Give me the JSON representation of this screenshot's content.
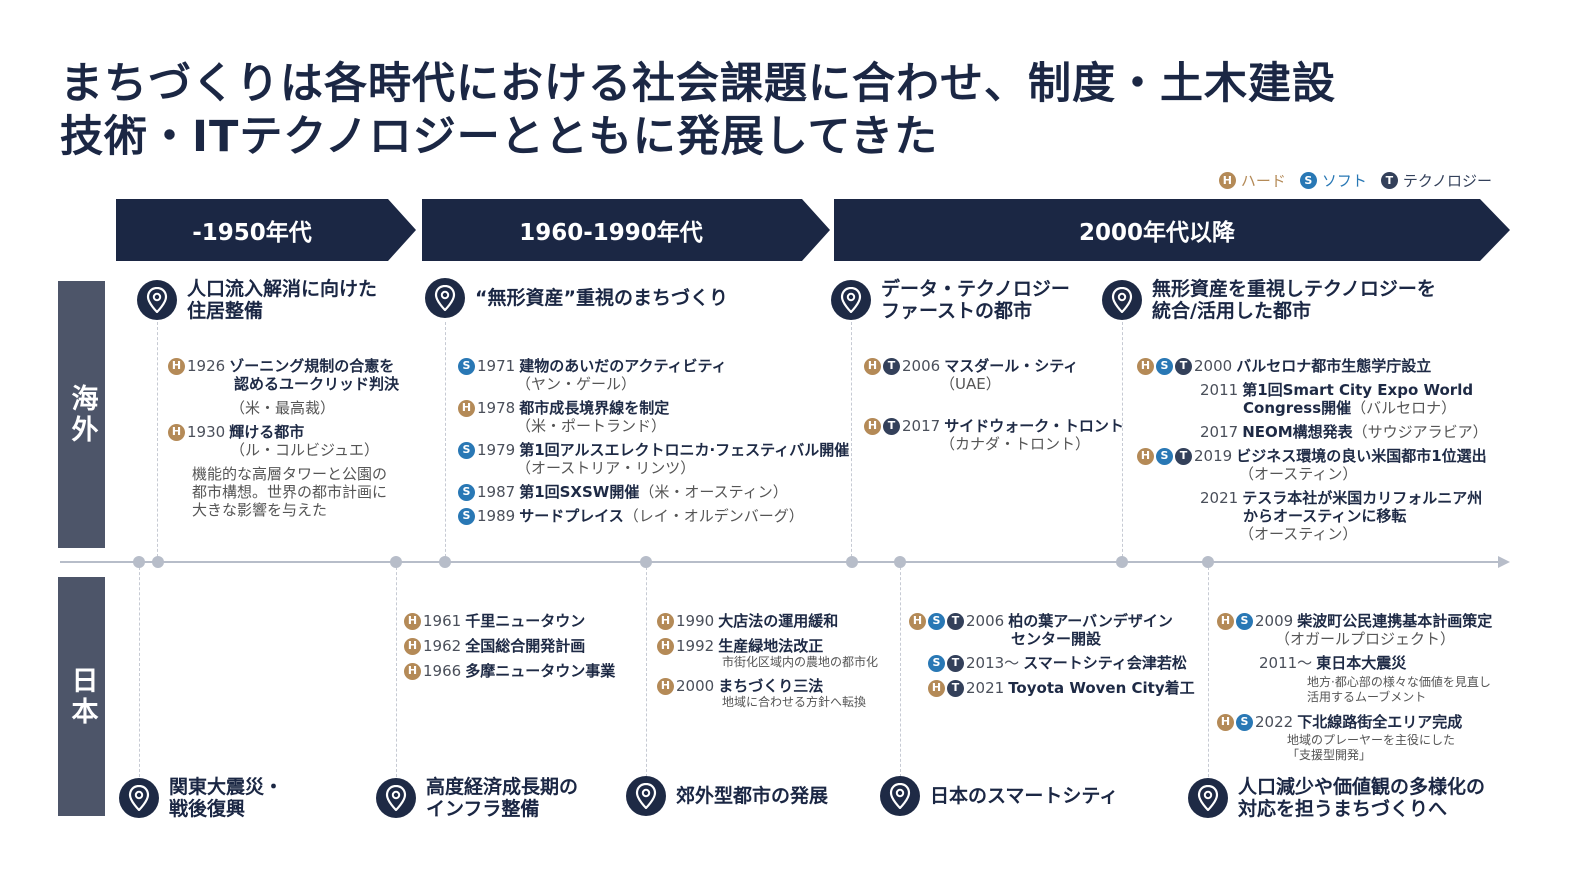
{
  "title": {
    "line1": "まちづくりは各時代における社会課題に合わせ、制度・土木建設",
    "line2": "技術・ITテクノロジーとともに発展してきた"
  },
  "legend": {
    "hard": "ハード",
    "soft": "ソフト",
    "tech": "テクノロジー"
  },
  "badges": {
    "h": "H",
    "s": "S",
    "t": "T"
  },
  "colors": {
    "navy": "#1b2744",
    "hard": "#b48a57",
    "soft": "#2978b5",
    "tech": "#33405a",
    "sidebar": "#4d5569"
  },
  "eras": [
    "-1950年代",
    "1960-1990年代",
    "2000年代以降"
  ],
  "sidebar": {
    "overseas": "海外",
    "japan": "日本"
  },
  "overseas_themes": [
    "人口流入解消に向けた\n住居整備",
    "“無形資産”重視のまちづくり",
    "データ・テクノロジー\nファーストの都市",
    "無形資産を重視しテクノロジーを\n統合/活用した都市"
  ],
  "japan_themes": [
    "関東大震災・\n戦後復興",
    "高度経済成長期の\nインフラ整備",
    "郊外型都市の発展",
    "日本のスマートシティ",
    "人口減少や価値観の多様化の\n対応を担うまちづくりへ"
  ],
  "overseas_events": {
    "col1": [
      {
        "year": "1926",
        "text": "ゾーニング規制の合憲を",
        "text2": "認めるユークリッド判決",
        "sub": "（米・最高裁）"
      },
      {
        "year": "1930",
        "text": "輝ける都市",
        "sub": "（ル・コルビジュエ）"
      }
    ],
    "col1_note": "機能的な高層タワーと公園の\n都市構想。世界の都市計画に\n大きな影響を与えた",
    "col2": [
      {
        "year": "1971",
        "text": "建物のあいだのアクティビティ",
        "sub": "（ヤン・ゲール）"
      },
      {
        "year": "1978",
        "text": "都市成長境界線を制定",
        "sub": "（米・ポートランド）"
      },
      {
        "year": "1979",
        "text": "第1回アルスエレクトロニカ·フェスティバル開催",
        "sub": "（オーストリア・リンツ）"
      },
      {
        "year": "1987",
        "text": "第1回SXSW開催",
        "inline": "（米・オースティン）"
      },
      {
        "year": "1989",
        "text": "サードプレイス",
        "inline": "（レイ・オルデンバーグ）"
      }
    ],
    "col3": [
      {
        "year": "2006",
        "text": "マスダール・シティ",
        "sub": "（UAE）"
      },
      {
        "year": "2017",
        "text": "サイドウォーク・トロント",
        "sub": "（カナダ・トロント）"
      }
    ],
    "col4": [
      {
        "year": "2000",
        "text": "バルセロナ都市生態学庁設立"
      },
      {
        "year": "2011",
        "text": "第1回Smart City Expo World",
        "text2": "Congress開催",
        "inline2": "（バルセロナ）"
      },
      {
        "year": "2017",
        "text": "NEOM構想発表",
        "inline": "（サウジアラビア）"
      },
      {
        "year": "2019",
        "text": "ビジネス環境の良い米国都市1位選出",
        "sub": "（オースティン）"
      },
      {
        "year": "2021",
        "text": "テスラ本社が米国カリフォルニア州",
        "text2": "からオースティンに移転",
        "sub": "（オースティン）"
      }
    ]
  },
  "japan_events": {
    "col1": [
      {
        "year": "1961",
        "text": "千里ニュータウン"
      },
      {
        "year": "1962",
        "text": "全国総合開発計画"
      },
      {
        "year": "1966",
        "text": "多摩ニュータウン事業"
      }
    ],
    "col2": [
      {
        "year": "1990",
        "text": "大店法の運用緩和"
      },
      {
        "year": "1992",
        "text": "生産緑地法改正",
        "note": "市街化区域内の農地の都市化"
      },
      {
        "year": "2000",
        "text": "まちづくり三法",
        "note": "地域に合わせる方針へ転換"
      }
    ],
    "col3": [
      {
        "year": "2006",
        "text": "柏の葉アーバンデザイン",
        "text2": "センター開設"
      },
      {
        "year": "2013〜",
        "text": "スマートシティ会津若松"
      },
      {
        "year": "2021",
        "text": "Toyota Woven City着工"
      }
    ],
    "col4": [
      {
        "year": "2009",
        "text": "柴波町公民連携基本計画策定",
        "sub": "（オガールプロジェクト）"
      },
      {
        "year": "2011〜",
        "text": "東日本大震災",
        "note": "地方·都心部の様々な価値を見直し\n活用するムーブメント"
      },
      {
        "year": "2022",
        "text": "下北線路街全エリア完成",
        "note": "地域のプレーヤーを主役にした\n「支援型開発」"
      }
    ]
  }
}
